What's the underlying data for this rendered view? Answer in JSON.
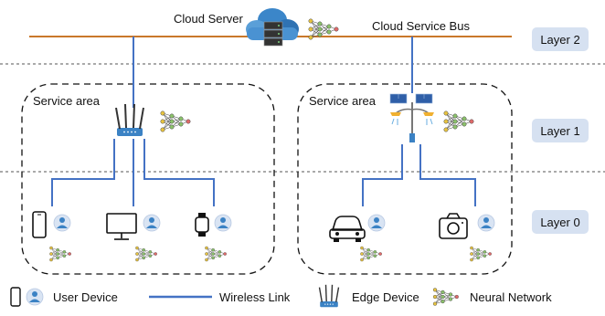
{
  "cloud": {
    "server_label": "Cloud Server",
    "bus_label": "Cloud Service Bus"
  },
  "layers": {
    "layer2": "Layer 2",
    "layer1": "Layer 1",
    "layer0": "Layer 0"
  },
  "areas": {
    "left_label": "Service area",
    "right_label": "Service area"
  },
  "legend": {
    "user_device": "User Device",
    "wireless_link": "Wireless Link",
    "edge_device": "Edge Device",
    "neural_network": "Neural Network"
  },
  "colors": {
    "bus_line": "#c9782a",
    "link": "#4472c4",
    "layer_badge": "#d6e1f1",
    "router": "#3b82c4",
    "cloud": "#3b86c9"
  }
}
